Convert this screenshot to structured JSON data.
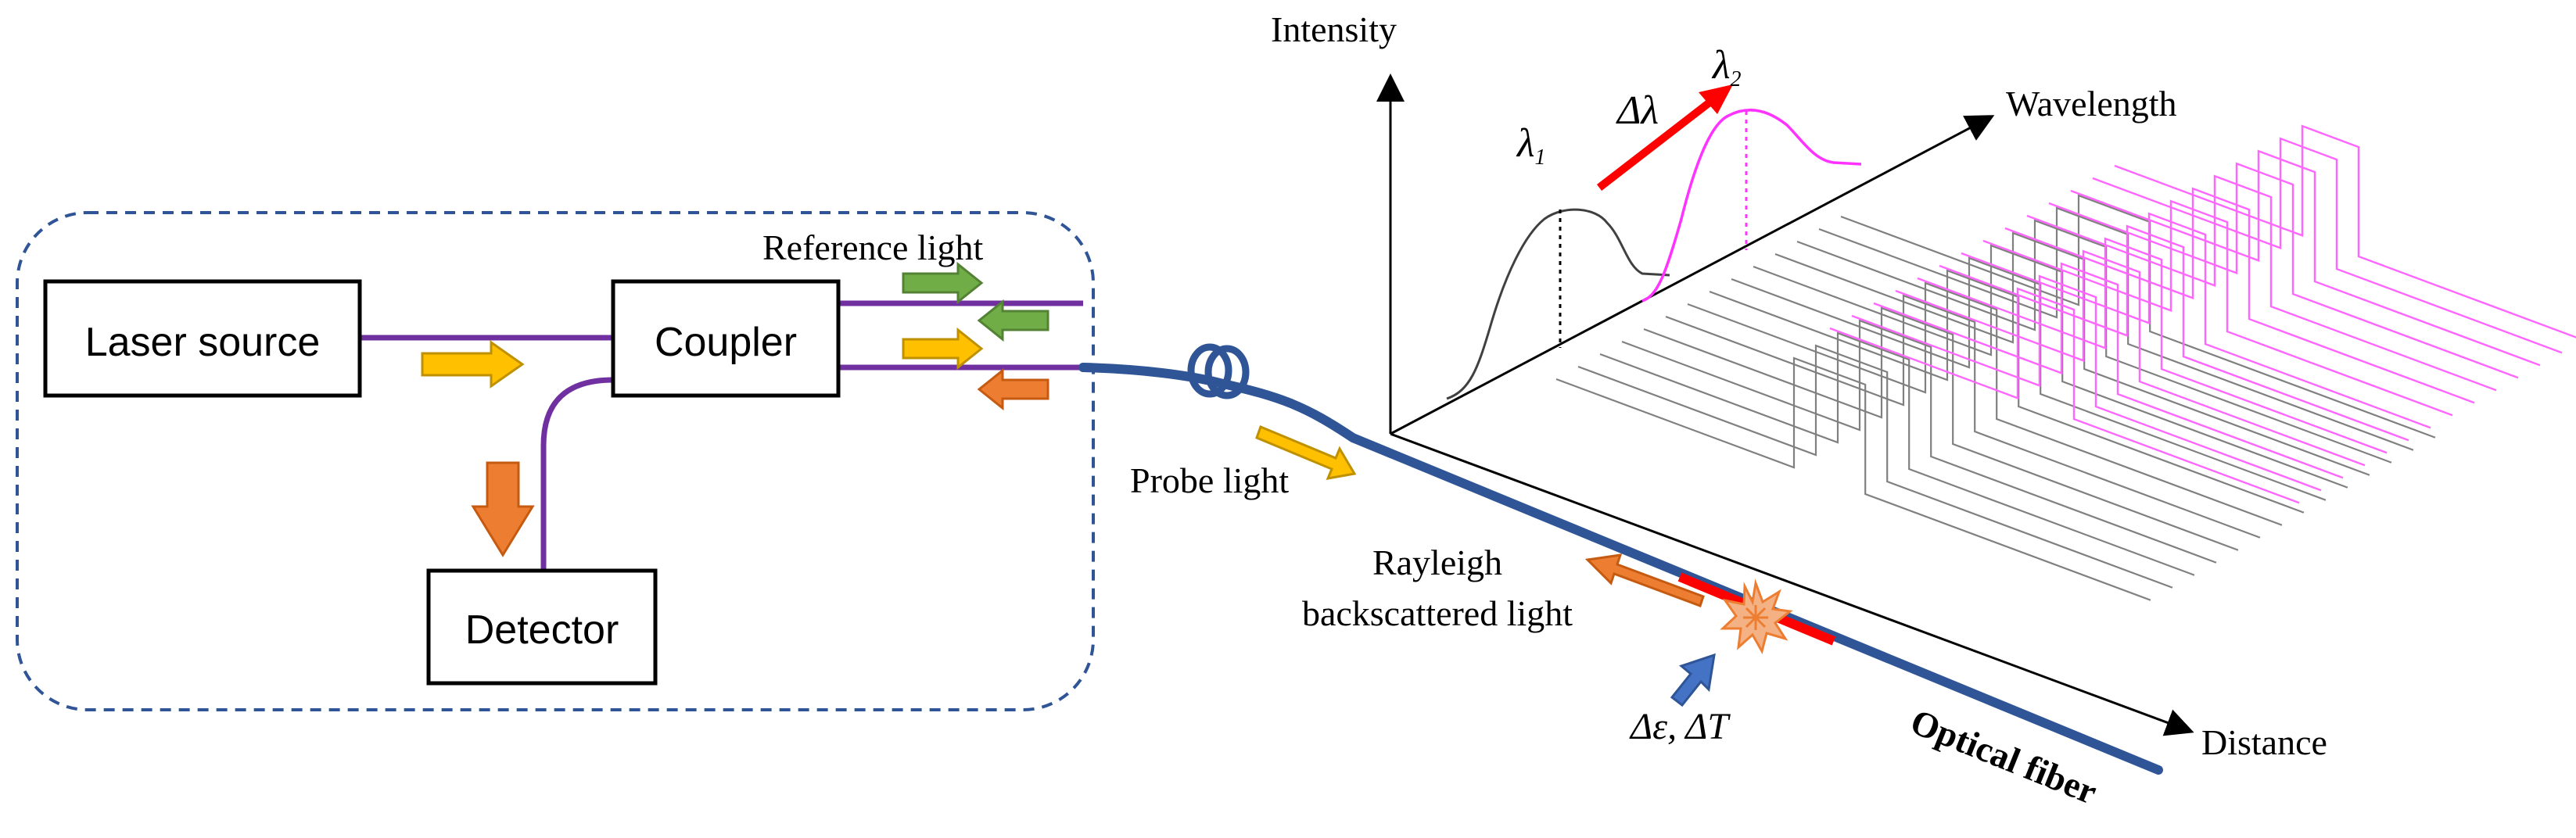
{
  "labels": {
    "laser_source": "Laser source",
    "coupler": "Coupler",
    "detector": "Detector",
    "reference_light": "Reference light",
    "probe_light": "Probe light",
    "rayleigh_line1": "Rayleigh",
    "rayleigh_line2": "backscattered light",
    "optical_fiber": "Optical fiber",
    "intensity": "Intensity",
    "wavelength": "Wavelength",
    "distance": "Distance",
    "lambda1_symbol": "λ",
    "lambda1_sub": "1",
    "lambda2_symbol": "λ",
    "lambda2_sub": "2",
    "delta_lambda": "Δλ",
    "delta_strain_temp": "Δε, ΔT"
  },
  "colors": {
    "purple_line": "#7030a0",
    "fiber_blue": "#2f5597",
    "frame_dash": "#2f5597",
    "arrow_yellow": "#ffc000",
    "arrow_orange": "#ed7d31",
    "arrow_green": "#70ad47",
    "arrow_red": "#ff0000",
    "arrow_blue": "#4472c4",
    "trace_gray": "#808080",
    "trace_pink": "#ff66ff",
    "fiber_red_segment": "#ff0000"
  },
  "icons": {
    "fiber_coil": "coil-icon",
    "scatter_point": "starburst-icon"
  }
}
